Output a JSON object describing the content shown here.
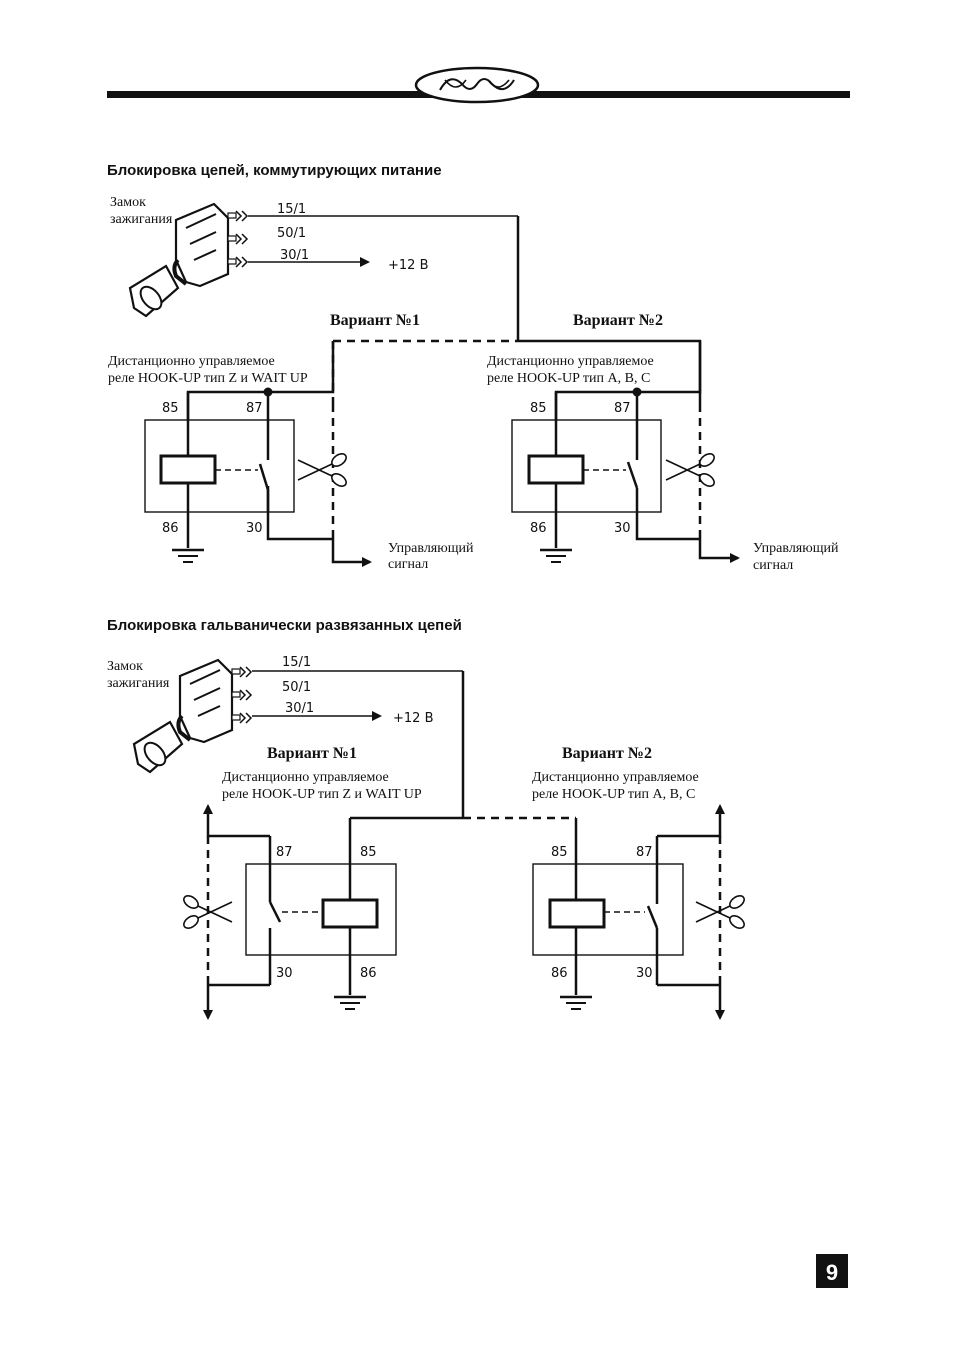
{
  "page_number": "9",
  "section1": {
    "title": "Блокировка цепей, коммутирующих питание",
    "switch_label_1": "Замок",
    "switch_label_2": "зажигания",
    "term_15": "15/1",
    "term_50": "50/1",
    "term_30": "30/1",
    "supply": "+12 В",
    "variant1": {
      "title": "Вариант №1",
      "desc_1": "Дистанционно управляемое",
      "desc_2": "реле HOOK-UP тип Z и WAIT UP",
      "pin_85": "85",
      "pin_87": "87",
      "pin_86": "86",
      "pin_30": "30",
      "out_1": "Управляющий",
      "out_2": "сигнал"
    },
    "variant2": {
      "title": "Вариант №2",
      "desc_1": "Дистанционно управляемое",
      "desc_2": "реле HOOK-UP тип A, B, C",
      "pin_85": "85",
      "pin_87": "87",
      "pin_86": "86",
      "pin_30": "30",
      "out_1": "Управляющий",
      "out_2": "сигнал"
    }
  },
  "section2": {
    "title": "Блокировка гальванически развязанных цепей",
    "switch_label_1": "Замок",
    "switch_label_2": "зажигания",
    "term_15": "15/1",
    "term_50": "50/1",
    "term_30": "30/1",
    "supply": "+12 В",
    "variant1": {
      "title": "Вариант №1",
      "desc_1": "Дистанционно управляемое",
      "desc_2": "реле HOOK-UP тип Z и WAIT UP",
      "pin_87": "87",
      "pin_85": "85",
      "pin_30": "30",
      "pin_86": "86"
    },
    "variant2": {
      "title": "Вариант №2",
      "desc_1": "Дистанционно управляемое",
      "desc_2": "реле HOOK-UP тип A, B, C",
      "pin_85": "85",
      "pin_87": "87",
      "pin_86": "86",
      "pin_30": "30"
    }
  }
}
